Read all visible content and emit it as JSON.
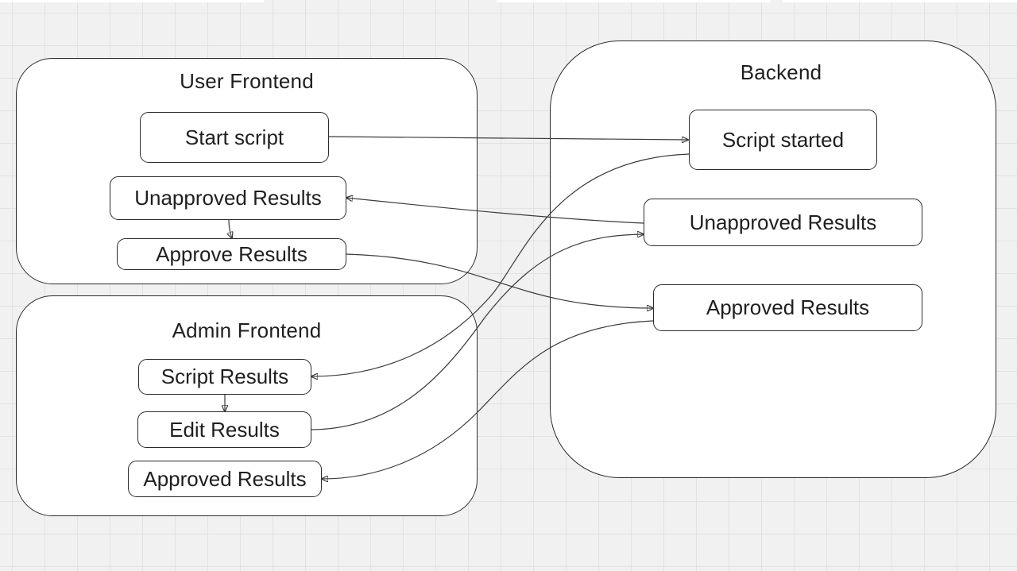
{
  "diagram": {
    "groups": {
      "user_frontend": {
        "title": "User Frontend"
      },
      "admin_frontend": {
        "title": "Admin Frontend"
      },
      "backend": {
        "title": "Backend"
      }
    },
    "nodes": {
      "start_script": "Start script",
      "user_unapproved_results": "Unapproved Results",
      "approve_results": "Approve Results",
      "script_results": "Script Results",
      "edit_results": "Edit Results",
      "admin_approved_results": "Approved Results",
      "script_started": "Script started",
      "backend_unapproved_results": "Unapproved Results",
      "backend_approved_results": "Approved Results"
    },
    "edges": [
      {
        "from": "start_script",
        "to": "script_started"
      },
      {
        "from": "backend_unapproved_results",
        "to": "user_unapproved_results"
      },
      {
        "from": "user_unapproved_results",
        "to": "approve_results"
      },
      {
        "from": "approve_results",
        "to": "backend_approved_results"
      },
      {
        "from": "script_started",
        "to": "script_results"
      },
      {
        "from": "script_results",
        "to": "edit_results"
      },
      {
        "from": "edit_results",
        "to": "backend_unapproved_results"
      },
      {
        "from": "backend_approved_results",
        "to": "admin_approved_results"
      }
    ]
  }
}
